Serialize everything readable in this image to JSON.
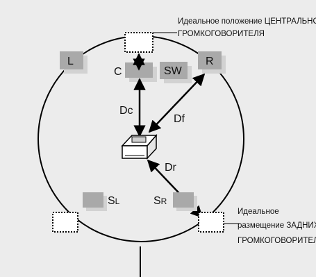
{
  "colors": {
    "background": "#ececec",
    "circle": "#000000",
    "speaker_box": "#a9a9a9",
    "speaker_shadow": "#d2d2d2",
    "text": "#111111"
  },
  "notes": {
    "center_line1": "Идеальное положение ЦЕНТРАЛЬНОГО",
    "center_line2": "ГРОМКОГОВОРИТЕЛЯ",
    "rear_line1": "Идеальное",
    "rear_line2": "размещение ЗАДНИХ",
    "rear_line3": "ГРОМКОГОВОРИТЕЛЕЙ"
  },
  "speakers": {
    "left": "L",
    "right": "R",
    "center": "C",
    "subwoofer": "SW",
    "surround_left": "S",
    "surround_left_sub": "L",
    "surround_right": "S",
    "surround_right_sub": "R"
  },
  "distances": {
    "center": "Dc",
    "front": "Df",
    "rear": "Dr"
  }
}
